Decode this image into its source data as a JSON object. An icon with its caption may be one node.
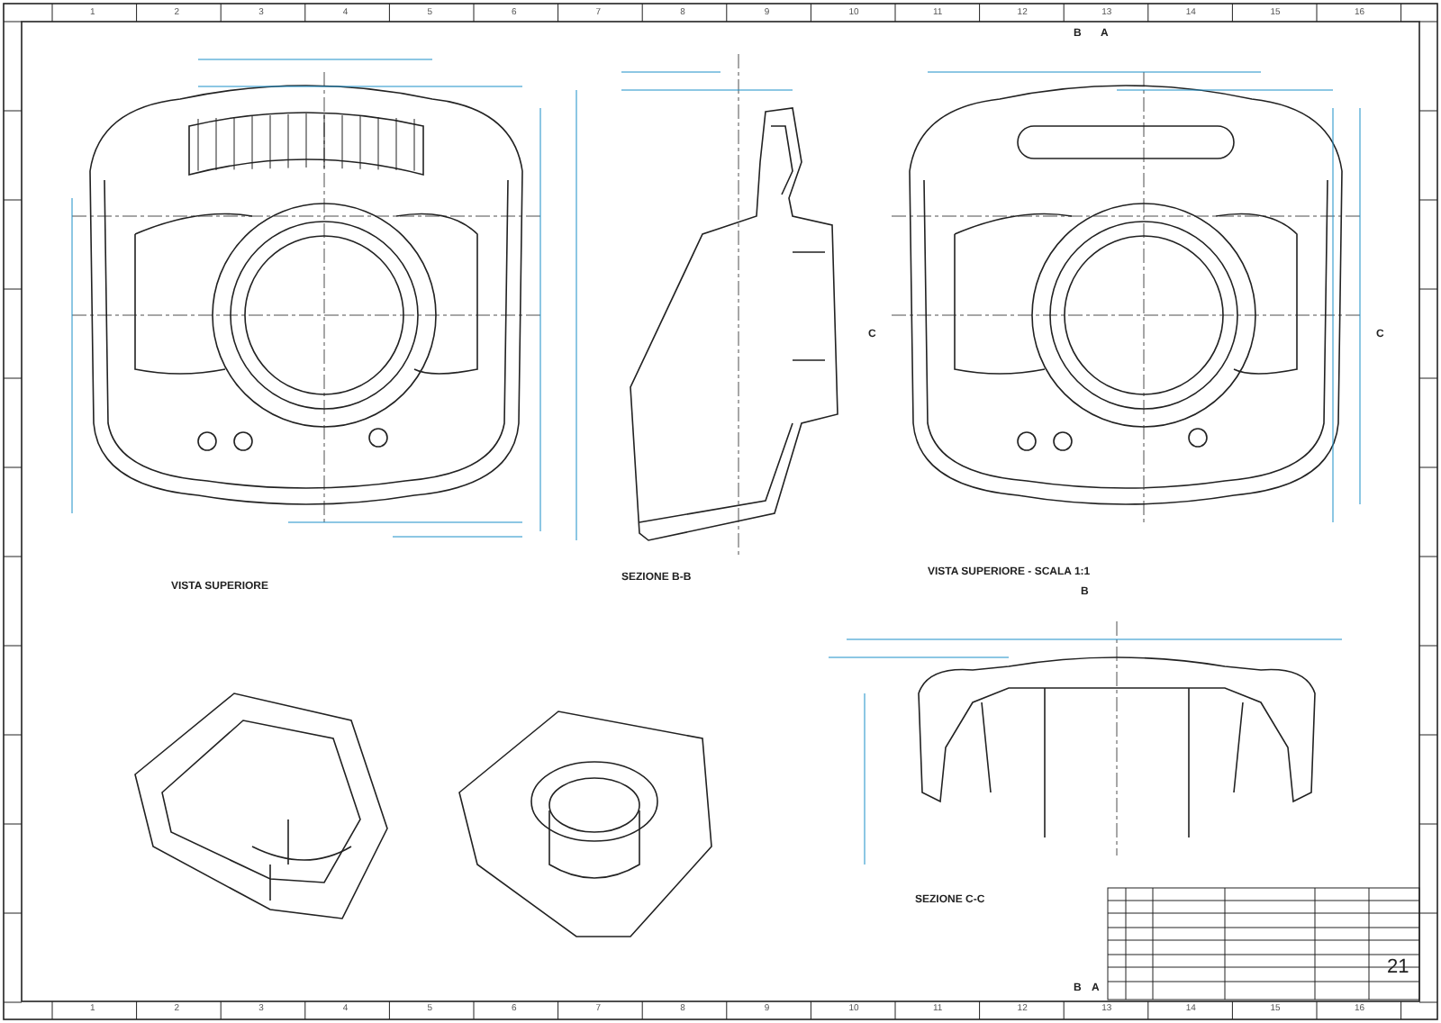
{
  "diagram": {
    "labels": [
      "VISTA SUPERIORE",
      "SEZIONE B-B",
      "VISTA SUPERIORE - SCALA 1:1",
      "SEZIONE C-C",
      "B",
      "A",
      "C",
      "C",
      "B",
      "B",
      "A",
      "21",
      "1",
      "2",
      "3",
      "4",
      "5",
      "6",
      "7",
      "8",
      "9",
      "10",
      "11",
      "12",
      "13",
      "14",
      "15",
      "16",
      "1",
      "2",
      "3",
      "4",
      "5",
      "6",
      "7",
      "8",
      "9",
      "10",
      "11",
      "12",
      "13",
      "14",
      "15",
      "16"
    ]
  }
}
